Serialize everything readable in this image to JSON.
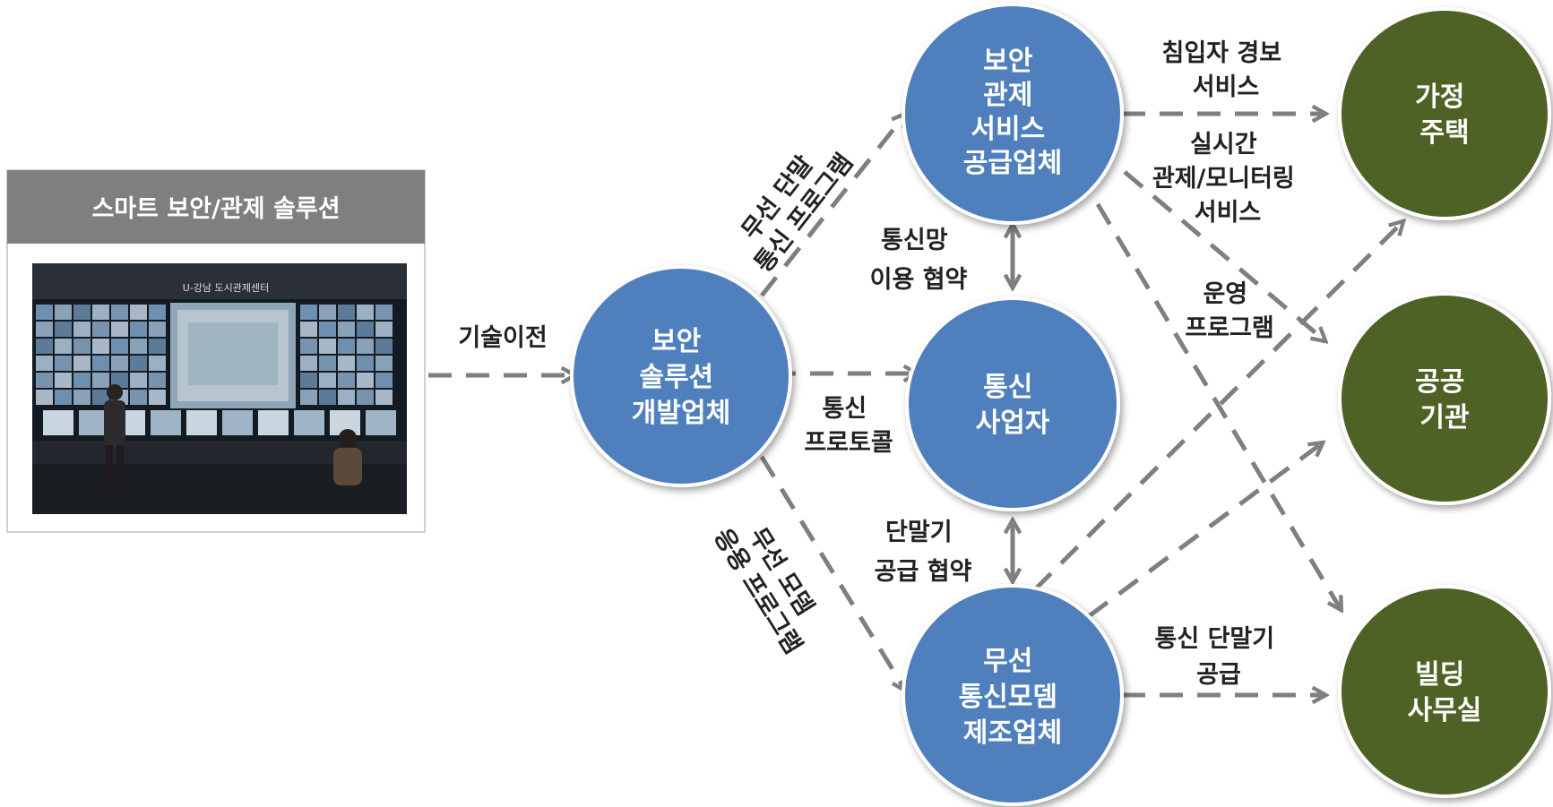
{
  "colors": {
    "provider": "#4f80bd",
    "customer": "#4f6228",
    "arrow": "#7f7f7f",
    "panel_header": "#7f7f7f",
    "text": "#222222"
  },
  "panel": {
    "title": "스마트 보안/관제 솔루션",
    "photo_sign": "U-강남 도시관제센터"
  },
  "nodes": {
    "developer": [
      "보안",
      "솔루션",
      "개발업체"
    ],
    "service": [
      "보안",
      "관제",
      "서비스",
      "공급업체"
    ],
    "telecom": [
      "통신",
      "사업자"
    ],
    "modem": [
      "무선",
      "통신모뎀",
      "제조업체"
    ],
    "home": [
      "가정",
      "주택"
    ],
    "public": [
      "공공",
      "기관"
    ],
    "building": [
      "빌딩",
      "사무실"
    ]
  },
  "edges": {
    "tech_transfer": [
      "기술이전"
    ],
    "wireless_terminal_program": [
      "무선 단말",
      "통신 프로그램"
    ],
    "comm_protocol": [
      "통신",
      "프로토콜"
    ],
    "modem_app_program": [
      "무선 모뎀",
      "응용 프로그램"
    ],
    "network_agreement": [
      "통신망",
      "이용 협약"
    ],
    "terminal_agreement": [
      "단말기",
      "공급 협약"
    ],
    "intrusion_alarm": [
      "침입자 경보",
      "서비스"
    ],
    "realtime_monitoring": [
      "실시간",
      "관제/모니터링",
      "서비스"
    ],
    "operation_program": [
      "운영",
      "프로그램"
    ],
    "terminal_supply": [
      "통신 단말기",
      "공급"
    ]
  }
}
